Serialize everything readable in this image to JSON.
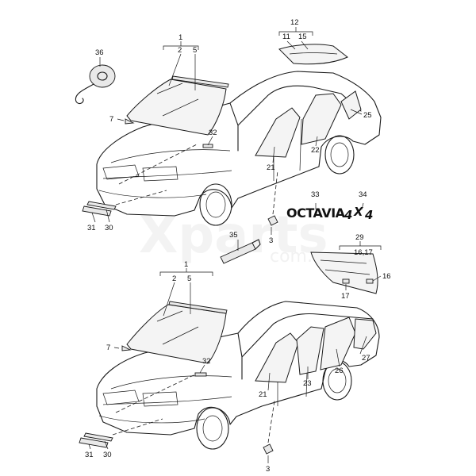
{
  "watermark": {
    "main": "Xparts",
    "sub": "com.ua"
  },
  "badges": {
    "model": "OCTAVIA",
    "drive_left": "4",
    "drive_x": "X",
    "drive_right": "4"
  },
  "labels": {
    "p1_top": "1",
    "p2_top": "2",
    "p5_top": "5",
    "p36": "36",
    "p7_top": "7",
    "p32_top": "32",
    "p31_top": "31",
    "p30_top": "30",
    "p12": "12",
    "p11": "11",
    "p15": "15",
    "p25": "25",
    "p22": "22",
    "p21_top": "21",
    "p3_top": "3",
    "p33": "33",
    "p34": "34",
    "p35": "35",
    "p29": "29",
    "p16_17": "16,17",
    "p16": "16",
    "p17": "17",
    "p1_bot": "1",
    "p2_bot": "2",
    "p5_bot": "5",
    "p7_bot": "7",
    "p32_bot": "32",
    "p31_bot": "31",
    "p30_bot": "30",
    "p21_bot": "21",
    "p23": "23",
    "p26": "26",
    "p27": "27",
    "p3_bot": "3"
  }
}
